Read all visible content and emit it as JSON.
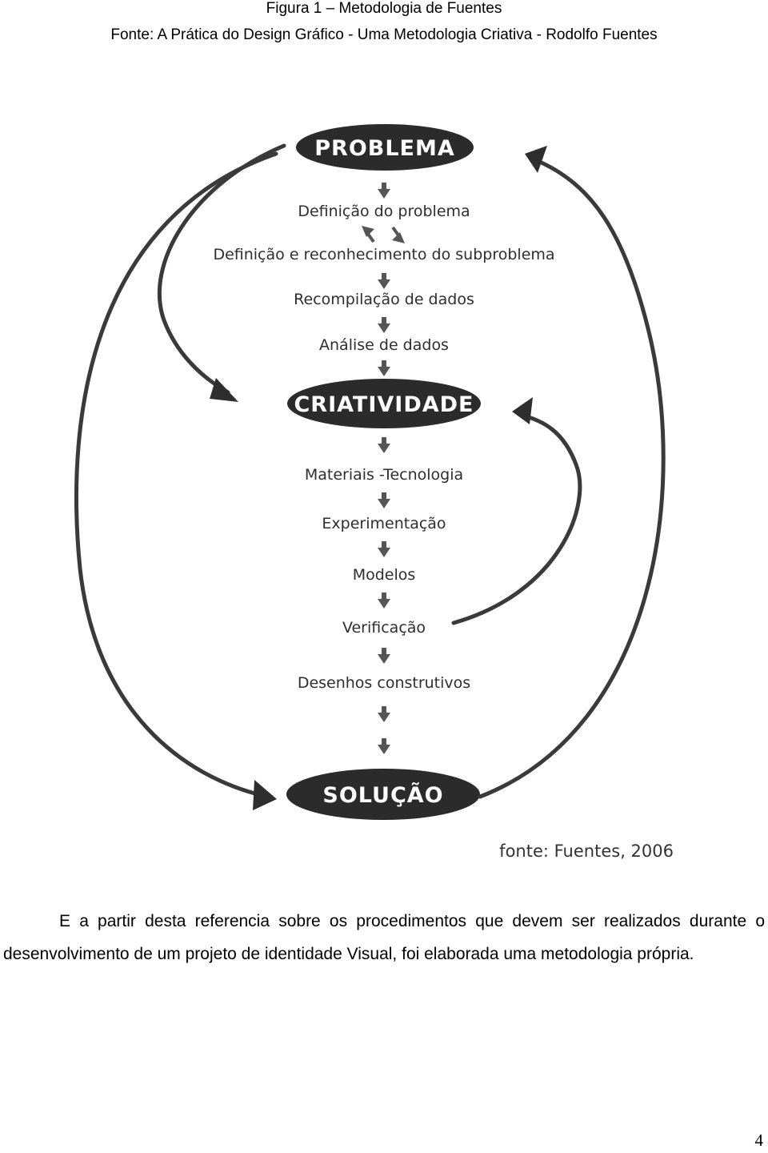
{
  "figure": {
    "caption": "Figura 1 – Metodologia de Fuentes",
    "source": "Fonte:  A Prática do Design Gráfico - Uma Metodologia Criativa - Rodolfo Fuentes"
  },
  "diagram": {
    "stages": [
      "PROBLEMA",
      "CRIATIVIDADE",
      "SOLUÇÃO"
    ],
    "steps_problem": [
      "Definição do problema",
      "Definição e reconhecimento do subproblema",
      "Recompilação de dados",
      "Análise de dados"
    ],
    "steps_creativity": [
      "Materiais -Tecnologia",
      "Experimentação",
      "Modelos",
      "Verificação",
      "Desenhos construtivos"
    ],
    "credit": "fonte: Fuentes, 2006"
  },
  "body": {
    "paragraph": "E a partir desta referencia sobre os procedimentos que devem ser realizados durante o desenvolvimento de um projeto de identidade Visual, foi elaborada uma metodologia própria."
  },
  "page_number": "4"
}
